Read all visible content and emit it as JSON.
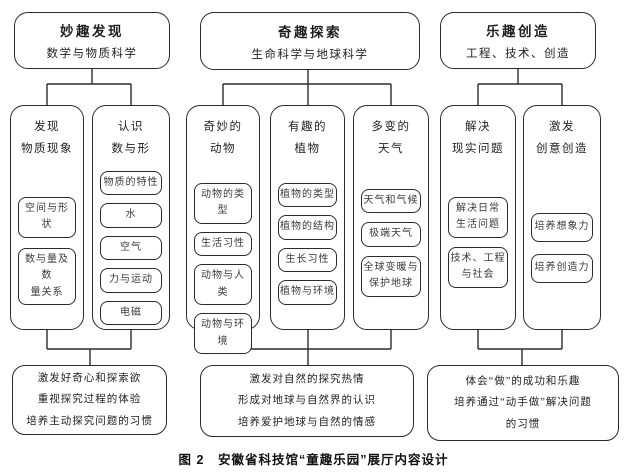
{
  "caption": "图 2　安徽省科技馆“童趣乐园”展厅内容设计",
  "columns": [
    {
      "header": {
        "title": "妙趣发现",
        "subtitle": "数学与物质科学"
      },
      "groups": [
        {
          "title_lines": [
            "发现",
            "物质现象"
          ],
          "items": [
            "空间与形状",
            "数与量及数\n量关系"
          ]
        },
        {
          "title_lines": [
            "认识",
            "数与形"
          ],
          "items": [
            "物质的特性",
            "水",
            "空气",
            "力与运动",
            "电磁"
          ]
        }
      ],
      "outcome_lines": [
        "激发好奇心和探索欲",
        "重视探究过程的体验",
        "培养主动探究问题的习惯"
      ]
    },
    {
      "header": {
        "title": "奇趣探索",
        "subtitle": "生命科学与地球科学"
      },
      "groups": [
        {
          "title_lines": [
            "奇妙的",
            "动物"
          ],
          "items": [
            "动物的类型",
            "生活习性",
            "动物与人类",
            "动物与环境"
          ]
        },
        {
          "title_lines": [
            "有趣的",
            "植物"
          ],
          "items": [
            "植物的类型",
            "植物的结构",
            "生长习性",
            "植物与环境"
          ]
        },
        {
          "title_lines": [
            "多变的",
            "天气"
          ],
          "items": [
            "天气和气候",
            "极端天气",
            "全球变暖与\n保护地球"
          ]
        }
      ],
      "outcome_lines": [
        "激发对自然的探究热情",
        "形成对地球与自然界的认识",
        "培养爱护地球与自然的情感"
      ]
    },
    {
      "header": {
        "title": "乐趣创造",
        "subtitle": "工程、技术、创造"
      },
      "groups": [
        {
          "title_lines": [
            "解决",
            "现实问题"
          ],
          "items": [
            "解决日常\n生活问题",
            "技术、工程\n与社会"
          ]
        },
        {
          "title_lines": [
            "激发",
            "创意创造"
          ],
          "items": [
            "培养想象力",
            "培养创造力"
          ]
        }
      ],
      "outcome_lines": [
        "体会“做”的成功和乐趣",
        "培养通过“动手做”解决问题",
        "的习惯"
      ]
    }
  ]
}
